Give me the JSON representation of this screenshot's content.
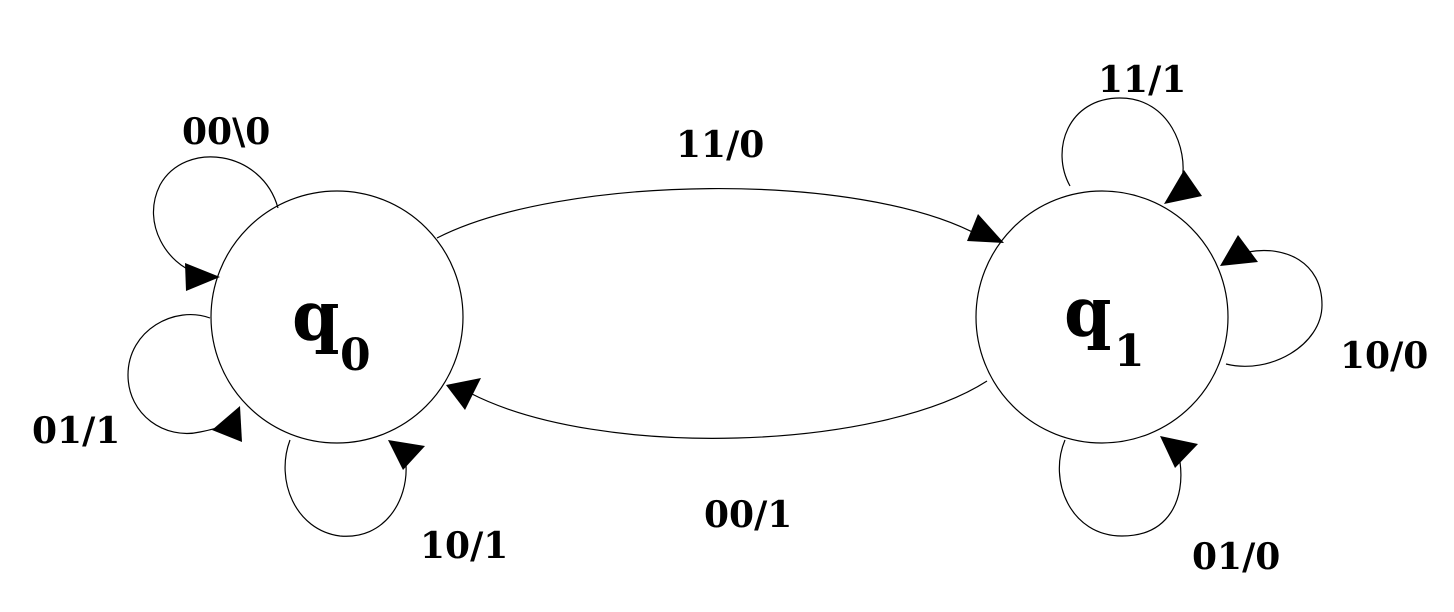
{
  "states": [
    {
      "id": "q0",
      "symbol": "q",
      "subscript": "0"
    },
    {
      "id": "q1",
      "symbol": "q",
      "subscript": "1"
    }
  ],
  "transitions": [
    {
      "from": "q0",
      "to": "q0",
      "label": "00\\0"
    },
    {
      "from": "q0",
      "to": "q0",
      "label": "01/1"
    },
    {
      "from": "q0",
      "to": "q0",
      "label": "10/1"
    },
    {
      "from": "q0",
      "to": "q1",
      "label": "11/0"
    },
    {
      "from": "q1",
      "to": "q0",
      "label": "00/1"
    },
    {
      "from": "q1",
      "to": "q1",
      "label": "11/1"
    },
    {
      "from": "q1",
      "to": "q1",
      "label": "10/0"
    },
    {
      "from": "q1",
      "to": "q1",
      "label": "01/0"
    }
  ],
  "colors": {
    "stroke": "#000000",
    "background": "#ffffff"
  }
}
